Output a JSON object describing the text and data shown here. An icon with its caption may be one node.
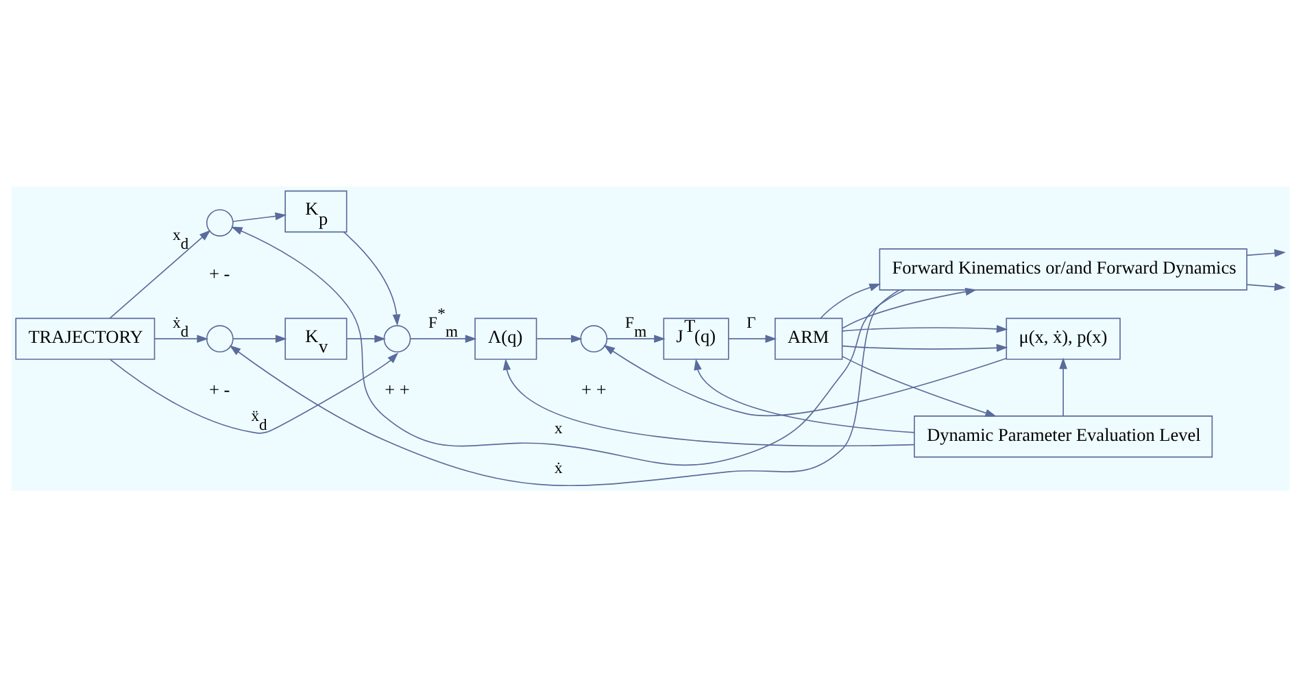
{
  "diagram": {
    "nodes": [
      {
        "text": [
          "TRAJECTORY"
        ]
      },
      {
        "text": [],
        "shape": "circle",
        "beside": [
          "+",
          "-"
        ]
      },
      {
        "text": [
          "K$_{p}$"
        ]
      },
      {
        "text": [],
        "shape": "circle",
        "beside": [
          "+",
          "-"
        ]
      },
      {
        "text": [
          "K$_{v}$"
        ]
      },
      {
        "text": [],
        "shape": "circle",
        "beside": [
          "+",
          "+"
        ]
      },
      {
        "text": [
          "Λ(q)"
        ]
      },
      {
        "text": [],
        "shape": "circle",
        "beside": [
          "+",
          "+"
        ]
      },
      {
        "text": [
          "J$^{T}$(q)"
        ]
      },
      {
        "text": [
          "ARM"
        ]
      },
      {
        "text": [
          "Forward Kinematics or/and Forward Dynamics"
        ]
      },
      {
        "text": [
          "μ(x, ẋ), p(x)"
        ]
      },
      {
        "text": [
          "Dynamic Parameter Evaluation Level"
        ]
      }
    ],
    "edges": [
      {
        "from": 0,
        "to": 1,
        "arrow": "to",
        "label": "x$_{d}$"
      },
      {
        "from": 1,
        "to": 2,
        "arrow": "to"
      },
      {
        "from": 0,
        "to": 3,
        "arrow": "to",
        "label": "ẋ$_{d}$"
      },
      {
        "from": 3,
        "to": 4,
        "arrow": "to"
      },
      {
        "from": 2,
        "to": 5,
        "arrow": "to"
      },
      {
        "from": 4,
        "to": 5,
        "arrow": "to"
      },
      {
        "from": 0,
        "to": 5,
        "arrow": "to",
        "label": "ẍ$_{d}$"
      },
      {
        "from": 5,
        "to": 6,
        "arrow": "to",
        "label": "F$^{*}$$_{m}$"
      },
      {
        "from": 6,
        "to": 7,
        "arrow": "to"
      },
      {
        "from": 7,
        "to": 8,
        "arrow": "to",
        "label": "F$_{m}$"
      },
      {
        "from": 8,
        "to": 9,
        "arrow": "to",
        "label": "Γ"
      },
      {
        "from": 9,
        "to": 10,
        "arrow": "to"
      },
      {
        "from": 9,
        "to": 10,
        "arrow": "to"
      },
      {
        "from": 9,
        "to": 11,
        "arrow": "to"
      },
      {
        "from": 9,
        "to": 11,
        "arrow": "to"
      },
      {
        "from": 9,
        "to": 12,
        "arrow": "to"
      },
      {
        "from": 11,
        "to": 7,
        "arrow": "to"
      },
      {
        "from": 12,
        "to": 6,
        "arrow": "to"
      },
      {
        "from": 12,
        "to": 8,
        "arrow": "to"
      },
      {
        "from": 12,
        "to": 11,
        "arrow": "to"
      },
      {
        "from": 10,
        "to": null,
        "arrow": "to"
      },
      {
        "from": 10,
        "to": null,
        "arrow": "to"
      },
      {
        "from": 10,
        "to": 3,
        "arrow": "to",
        "label": "ẋ"
      },
      {
        "from": 10,
        "to": 1,
        "arrow": "to",
        "label": "x"
      }
    ]
  }
}
